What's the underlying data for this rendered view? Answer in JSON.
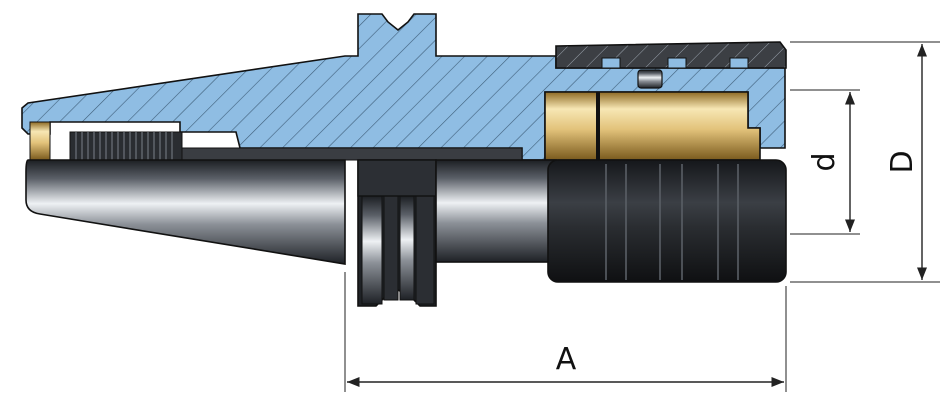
{
  "diagram": {
    "dimension_labels": {
      "length": "A",
      "bore_diameter": "d",
      "outer_diameter": "D"
    }
  },
  "colors": {
    "section_fill": "#8fbde3",
    "hatch": "#3f5f7a",
    "brass_light": "#f7e7b4",
    "brass_dark": "#b58a33",
    "steel_light": "#eef1f4",
    "steel_dark": "#202428",
    "nut_dark": "#222428",
    "outline": "#111111",
    "dimension_line": "#222222"
  }
}
